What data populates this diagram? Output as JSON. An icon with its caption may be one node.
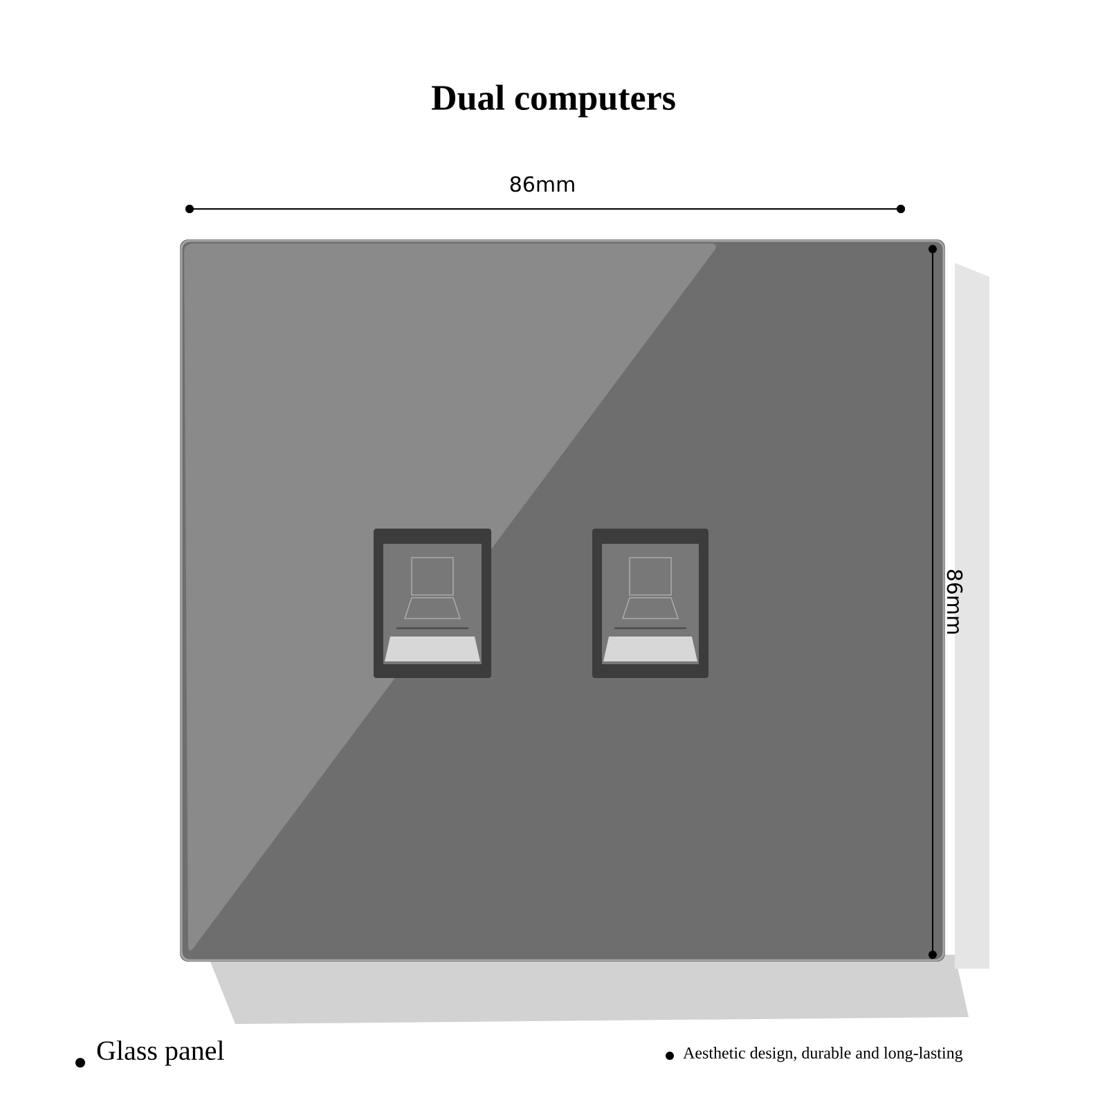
{
  "diagram": {
    "title": "Dual computers",
    "labels": [
      "86mm",
      "86mm",
      "Glass panel",
      "Aesthetic design, durable and long-lasting"
    ]
  }
}
